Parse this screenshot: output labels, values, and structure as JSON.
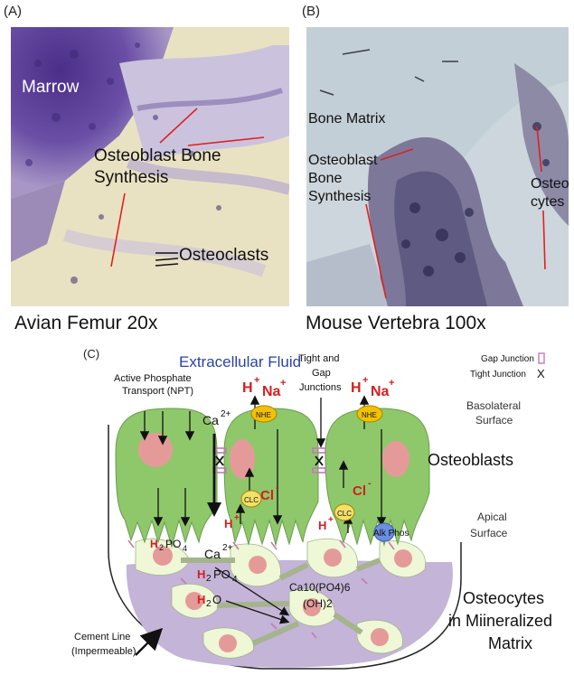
{
  "panel_a": {
    "label": "(A)",
    "caption": "Avian Femur 20x",
    "labels": {
      "marrow": "Marrow",
      "synthesis_1": "Osteoblast Bone",
      "synthesis_2": "Synthesis",
      "osteoclasts": "Osteoclasts"
    }
  },
  "panel_b": {
    "label": "(B)",
    "caption": "Mouse Vertebra 100x",
    "labels": {
      "bone_matrix": "Bone Matrix",
      "synthesis_1": "Osteoblast",
      "synthesis_2": "Bone",
      "synthesis_3": "Synthesis",
      "osteo_1": "Osteo",
      "osteo_2": "cytes"
    }
  },
  "panel_c": {
    "label": "(C)",
    "title": "Extracellular Fluid",
    "npt_1": "Active Phosphate",
    "npt_2": "Transport (NPT)",
    "tight_1": "Tight and",
    "tight_2": "Gap",
    "tight_3": "Junctions",
    "legend_gap": "Gap Junction",
    "legend_tight": "Tight Junction",
    "tight_symbol": "X",
    "basolateral_1": "Basolateral",
    "basolateral_2": "Surface",
    "osteoblasts": "Osteoblasts",
    "apical_1": "Apical",
    "apical_2": "Surface",
    "osteocytes_1": "Osteocytes",
    "osteocytes_2": "in Miineralized",
    "osteocytes_3": "Matrix",
    "cement_1": "Cement Line",
    "cement_2": "(Impermeable)",
    "nhe": "NHE",
    "clc": "CLC",
    "alk": "Alk Phos",
    "h_ion": "H",
    "na_ion": "Na",
    "plus": "+",
    "cl_ion": "Cl",
    "minus": "-",
    "ca_ion": "Ca",
    "ca_charge": "2+",
    "h2po4_h": "H",
    "h2po4_2": "2",
    "h2po4_po": "PO",
    "h2po4_4": "4",
    "h2o_h": "H",
    "h2o_2": "2",
    "h2o_o": "O",
    "hydroxyapatite_1": "Ca10(PO4)6",
    "hydroxyapatite_2": "(OH)2",
    "colors": {
      "osteoblast_fill": "#8ec86a",
      "osteocyte_fill": "#eef7d6",
      "matrix_fill": "#c4b4d8",
      "nucleus_fill": "#e59a9a",
      "nhe_fill": "#f2c200",
      "alk_fill": "#6a8fe0",
      "ion_red": "#d22020",
      "title_blue": "#2a43a8"
    }
  }
}
